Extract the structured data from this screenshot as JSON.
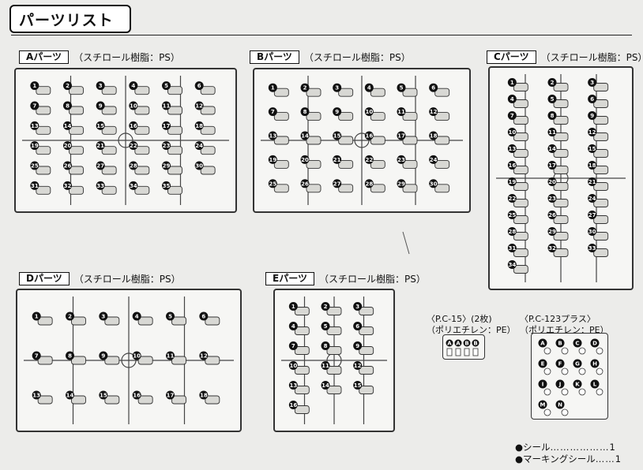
{
  "title": "パーツリスト",
  "sections": {
    "A": {
      "tag": "Aパーツ",
      "material": "（スチロール樹脂：PS）"
    },
    "B": {
      "tag": "Bパーツ",
      "material": "（スチロール樹脂：PS）"
    },
    "C": {
      "tag": "Cパーツ",
      "material": "（スチロール樹脂：PS）"
    },
    "D": {
      "tag": "Dパーツ",
      "material": "（スチロール樹脂：PS）"
    },
    "E": {
      "tag": "Eパーツ",
      "material": "（スチロール樹脂：PS）"
    }
  },
  "poly": {
    "pc15": {
      "line1": "〈P.C-15〉(2枚)",
      "line2": "（ポリエチレン：PE）",
      "parts": [
        "A",
        "A",
        "B",
        "B"
      ]
    },
    "pc123": {
      "line1": "〈P.C-123プラス〉",
      "line2": "（ポリエチレン：PE）",
      "parts": [
        "A",
        "B",
        "C",
        "D",
        "E",
        "F",
        "G",
        "H",
        "I",
        "J",
        "K",
        "L",
        "M",
        "N"
      ]
    }
  },
  "extras": [
    {
      "name": "●シール",
      "dots": "………………",
      "count": "1"
    },
    {
      "name": "●マーキングシール",
      "dots": "……",
      "count": "1"
    }
  ],
  "callouts": {
    "A": [
      "1",
      "2",
      "3",
      "4",
      "5",
      "6",
      "7",
      "8",
      "9",
      "10",
      "11",
      "12",
      "13",
      "14",
      "15",
      "16",
      "17",
      "18",
      "19",
      "20",
      "21",
      "22",
      "23",
      "24",
      "25",
      "26",
      "27",
      "28",
      "29",
      "30",
      "31",
      "32",
      "33",
      "34",
      "35"
    ],
    "B": [
      "1",
      "2",
      "3",
      "4",
      "5",
      "6",
      "7",
      "8",
      "9",
      "10",
      "11",
      "12",
      "13",
      "14",
      "15",
      "16",
      "17",
      "18",
      "19",
      "20",
      "21",
      "22",
      "23",
      "24",
      "25",
      "26",
      "27",
      "28",
      "29",
      "30"
    ],
    "C": [
      "1",
      "2",
      "3",
      "4",
      "5",
      "6",
      "7",
      "8",
      "9",
      "10",
      "11",
      "12",
      "13",
      "14",
      "15",
      "16",
      "17",
      "18",
      "19",
      "20",
      "21",
      "22",
      "23",
      "24",
      "25",
      "26",
      "27",
      "28",
      "29",
      "30",
      "31",
      "32",
      "33",
      "34"
    ],
    "D": [
      "1",
      "2",
      "3",
      "4",
      "5",
      "6",
      "7",
      "8",
      "9",
      "10",
      "11",
      "12",
      "13",
      "14",
      "15",
      "16",
      "17",
      "18"
    ],
    "E": [
      "1",
      "2",
      "3",
      "4",
      "5",
      "6",
      "7",
      "8",
      "9",
      "10",
      "11",
      "12",
      "13",
      "14",
      "15",
      "16"
    ]
  }
}
